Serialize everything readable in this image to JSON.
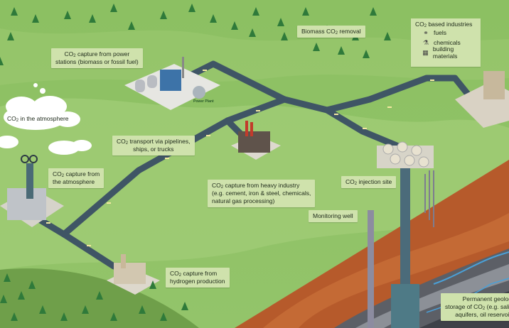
{
  "labels": {
    "atmosphere_cloud": {
      "pre": "CO",
      "sub": "2",
      "post": " in the atmosphere"
    },
    "power_capture": {
      "pre": "CO",
      "sub": "2",
      "post": " capture from power",
      "line2": "stations (biomass or fossil fuel)"
    },
    "biomass_removal": {
      "pre": "Biomass CO",
      "sub": "2",
      "post": " removal"
    },
    "transport": {
      "pre": "CO",
      "sub": "2",
      "post": " transport via pipelines,",
      "line2": "ships, or trucks"
    },
    "atmosphere_capture": {
      "pre": "CO",
      "sub": "2",
      "post": " capture from",
      "line2": "the atmosphere"
    },
    "heavy_industry": {
      "pre": "CO",
      "sub": "2",
      "post": " capture from heavy industry",
      "line2": "(e.g. cement, iron & steel, chemicals,",
      "line3": "natural gas processing)"
    },
    "injection_site": {
      "pre": "CO",
      "sub": "2",
      "post": " injection site"
    },
    "monitoring_well": {
      "text": "Monitoring well"
    },
    "hydrogen_capture": {
      "pre": "CO",
      "sub": "2",
      "post": " capture from",
      "line2": "hydrogen production"
    },
    "geologic_storage": {
      "line1": "Permanent geologic",
      "pre": "storage of CO",
      "sub": "2",
      "post": " (e.g. saline",
      "line3": "aquifers, oil reservoirs)"
    }
  },
  "industries": {
    "title_pre": "CO",
    "title_sub": "2",
    "title_post": " based industries",
    "items": [
      {
        "label": "fuels",
        "icon": "molecule-icon"
      },
      {
        "label": "chemicals",
        "icon": "flask-icon"
      },
      {
        "label": "building materials",
        "icon": "bricks-icon"
      }
    ]
  },
  "plant_sign": "Power Plant",
  "colors": {
    "grass_light": "#a6cf77",
    "grass_mid": "#8cbf5f",
    "grass_dark": "#6a9a4a",
    "pipeline": "#3f5565",
    "label_bg": "#cfe2ac",
    "soil": "#b55a2a",
    "water": "#3b83b8",
    "rock": "#8c9097"
  }
}
